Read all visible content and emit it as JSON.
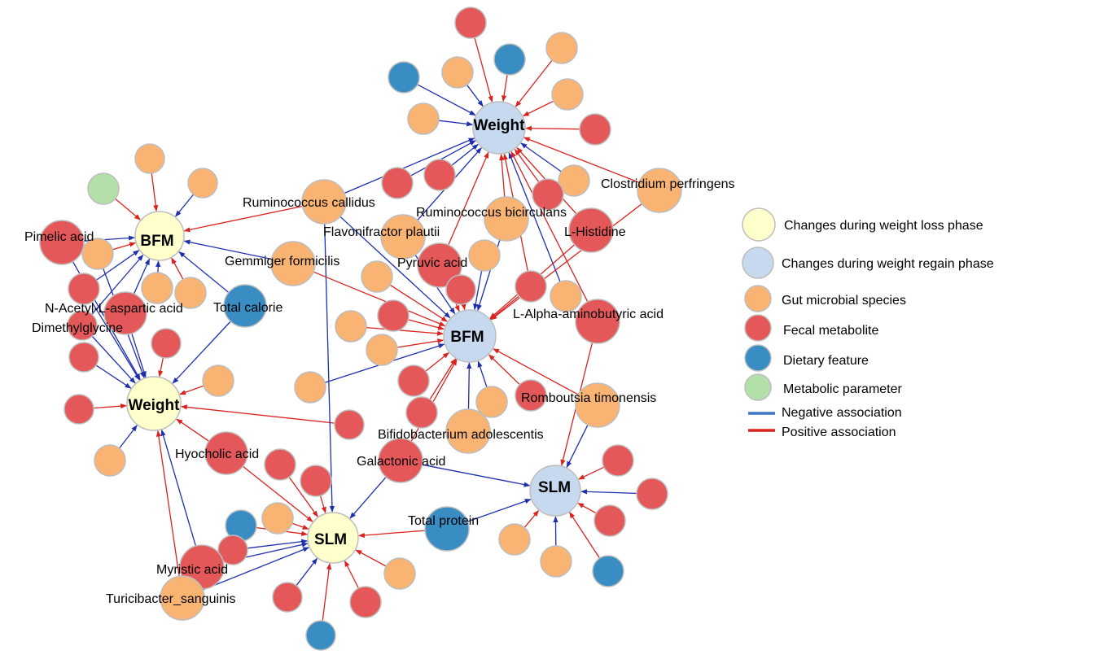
{
  "diagram": {
    "colors": {
      "loss_phase": "#ffffcc",
      "regain_phase": "#c6d9ef",
      "microbe": "#f9b473",
      "metabolite": "#e5585a",
      "dietary": "#3a8dc3",
      "metabolic": "#b3e0a8",
      "negative": "#1f2fae",
      "positive": "#d9231f",
      "node_border": "#bdbdbd"
    },
    "hubs": {
      "weight_loss": "Weight",
      "bfm_loss": "BFM",
      "slm_loss": "SLM",
      "weight_regain": "Weight",
      "bfm_regain": "BFM",
      "slm_regain": "SLM"
    },
    "labels": {
      "pimelic": "Pimelic acid",
      "nacetyl": "N-Acetyl-L-aspartic acid",
      "total_calorie": "Total calorie",
      "dimethylglycine": "Dimethylglycine",
      "rum_callidus": "Ruminococcus callidus",
      "gemmiger": "Gemmiger formicilis",
      "flavonifractor": "Flavonifractor plautii",
      "rum_bicirculans": "Ruminococcus bicirculans",
      "pyruvic": "Pyruvic acid",
      "histidine": "L-Histidine",
      "clostridium": "Clostridium perfringens",
      "aminobutyric": "L-Alpha-aminobutyric acid",
      "romboutsia": "Romboutsia timonensis",
      "bifidobacterium": "Bifidobacterium adolescentis",
      "galactonic": "Galactonic acid",
      "hyocholic": "Hyocholic acid",
      "total_protein": "Total protein",
      "myristic": "Myristic acid",
      "turicibacter": "Turicibacter_sanguinis"
    },
    "legend": [
      {
        "text": "Changes during weight loss phase",
        "kind": "loss"
      },
      {
        "text": "Changes during weight regain phase",
        "kind": "regain"
      },
      {
        "text": "Gut microbial species",
        "kind": "microbe"
      },
      {
        "text": "Fecal metabolite",
        "kind": "metabolite"
      },
      {
        "text": "Dietary feature",
        "kind": "dietary"
      },
      {
        "text": "Metabolic parameter",
        "kind": "metabolic"
      },
      {
        "text": "Negative association",
        "kind": "neg"
      },
      {
        "text": "Positive association",
        "kind": "pos"
      }
    ]
  }
}
